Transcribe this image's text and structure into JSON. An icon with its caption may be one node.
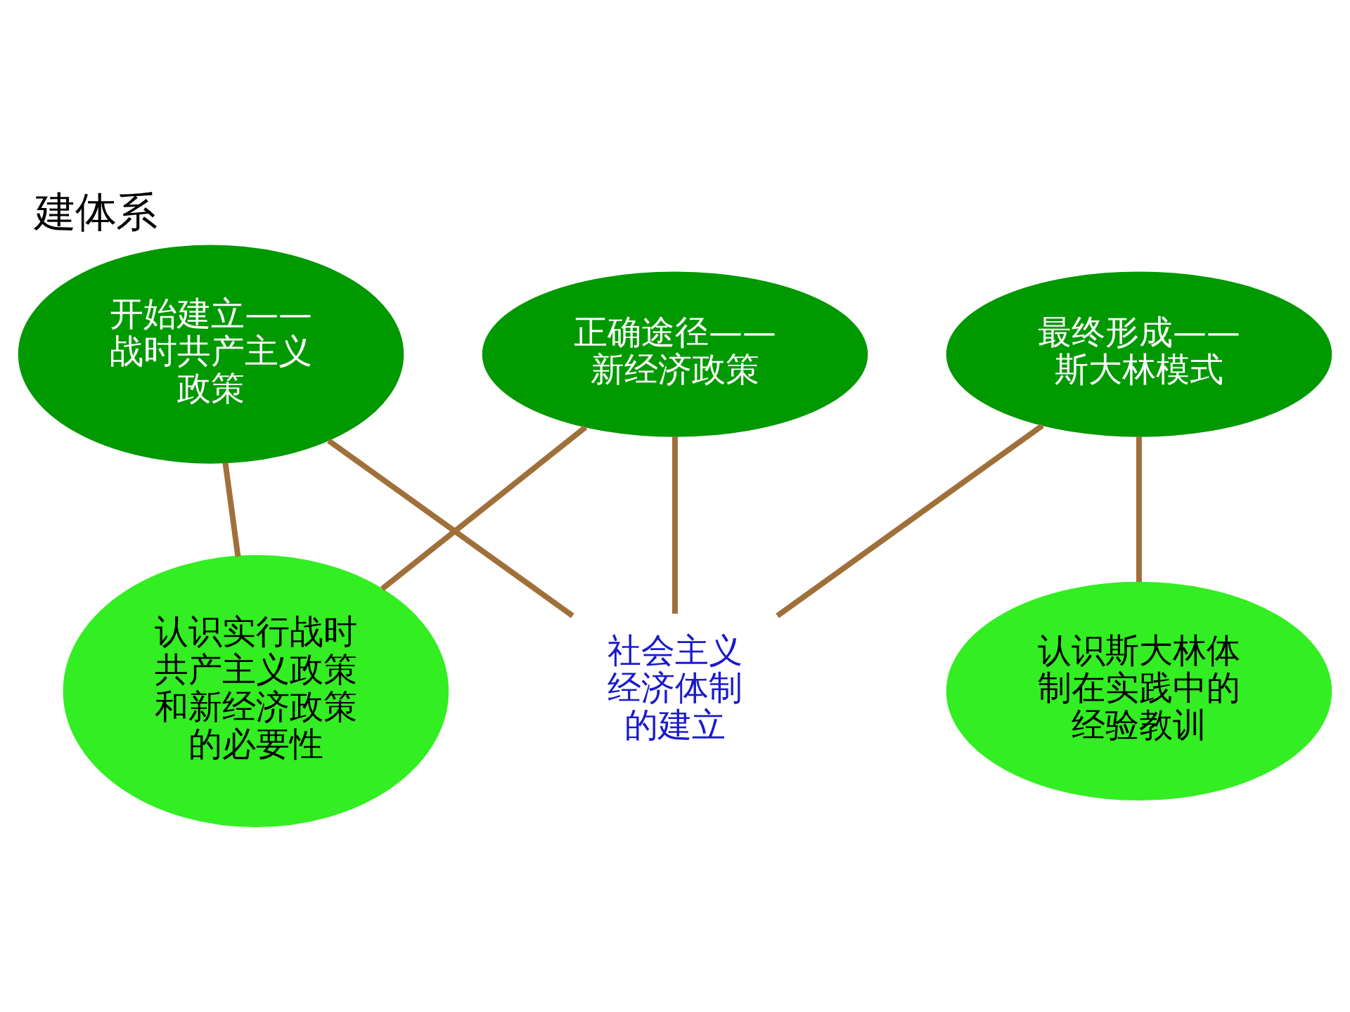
{
  "diagram": {
    "title": "建体系",
    "nodes": [
      {
        "text": [
          "认识实行战时共产主义政策和新经济政策的必要性"
        ]
      },
      {
        "text": [
          "认识斯大林体制在实践中的经验教训"
        ]
      },
      {
        "text": [
          "正确途径——新经济政策"
        ]
      },
      {
        "text": [
          "开始建立——战时共产主义政策"
        ]
      },
      {
        "text": [
          "最终形成——斯大林模式"
        ]
      },
      {
        "text": [
          "社会主义经济体制的建立"
        ]
      }
    ],
    "edges": [
      {
        "from": 5,
        "to": 3,
        "arrow": "none"
      },
      {
        "from": 5,
        "to": 2,
        "arrow": "none"
      },
      {
        "from": 5,
        "to": 4,
        "arrow": "none"
      },
      {
        "from": 0,
        "to": 3,
        "arrow": "none"
      },
      {
        "from": 0,
        "to": 2,
        "arrow": "none"
      },
      {
        "from": 1,
        "to": 4,
        "arrow": "none"
      }
    ]
  }
}
